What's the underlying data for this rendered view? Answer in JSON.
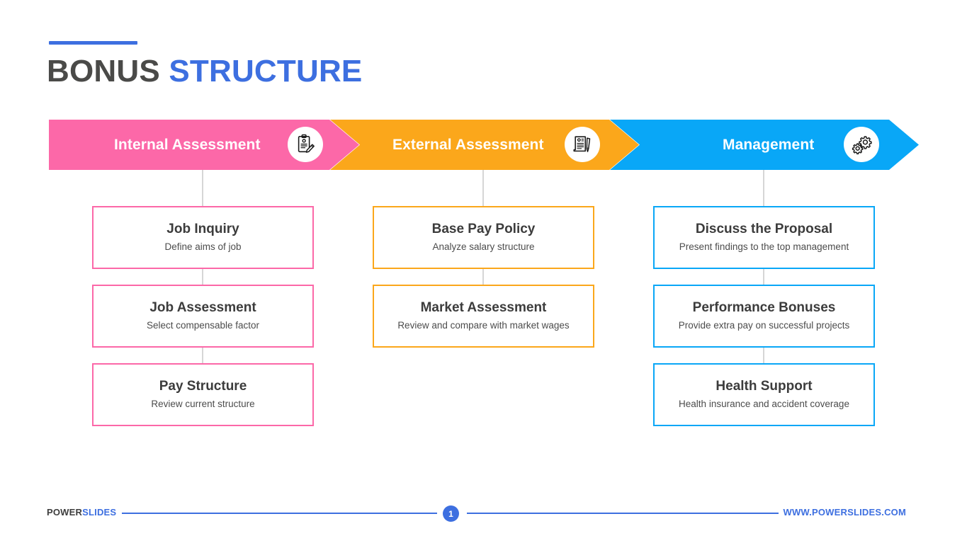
{
  "title": {
    "part1": "BONUS",
    "part2": "STRUCTURE",
    "accent_color": "#3d6fe0",
    "dark_color": "#4a4a48"
  },
  "chevrons": [
    {
      "label": "Internal Assessment",
      "color": "#fc68a8",
      "icon": "clipboard-pencil-icon"
    },
    {
      "label": "External Assessment",
      "color": "#fba71b",
      "icon": "document-pen-icon"
    },
    {
      "label": "Management",
      "color": "#09a7f7",
      "icon": "gears-icon"
    }
  ],
  "columns": [
    {
      "accent": "#fc68a8",
      "cards": [
        {
          "title": "Job Inquiry",
          "subtitle": "Define aims of job"
        },
        {
          "title": "Job Assessment",
          "subtitle": "Select compensable factor"
        },
        {
          "title": "Pay Structure",
          "subtitle": "Review current structure"
        }
      ]
    },
    {
      "accent": "#fba71b",
      "cards": [
        {
          "title": "Base Pay Policy",
          "subtitle": "Analyze salary structure"
        },
        {
          "title": "Market Assessment",
          "subtitle": "Review and compare with market wages"
        }
      ]
    },
    {
      "accent": "#09a7f7",
      "cards": [
        {
          "title": "Discuss the Proposal",
          "subtitle": "Present findings to the top management"
        },
        {
          "title": "Performance Bonuses",
          "subtitle": "Provide extra pay on successful projects"
        },
        {
          "title": "Health Support",
          "subtitle": "Health insurance and accident coverage"
        }
      ]
    }
  ],
  "footer": {
    "logo_part1": "POWER",
    "logo_part2": "SLIDES",
    "page_number": "1",
    "url": "WWW.POWERSLIDES.COM",
    "rule_color": "#3d6fe0"
  }
}
